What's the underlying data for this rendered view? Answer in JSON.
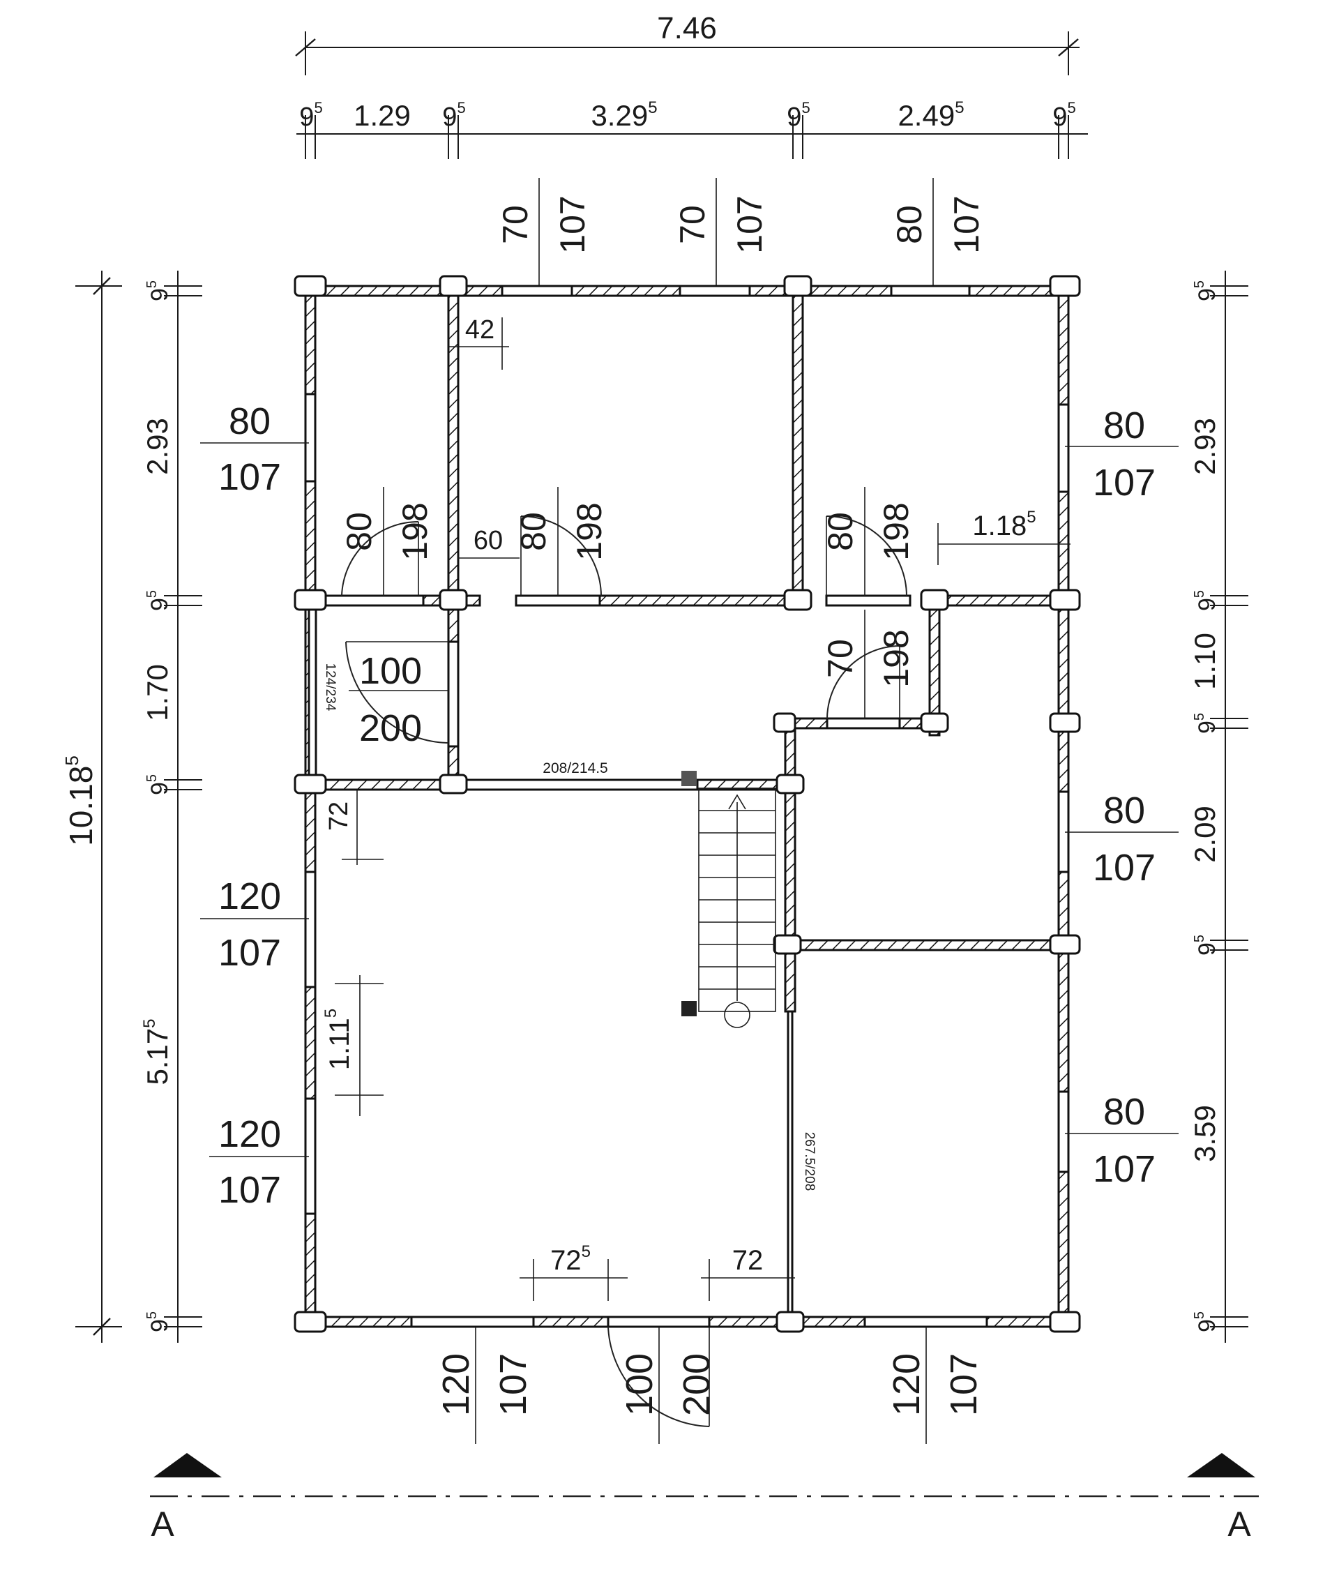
{
  "overall_width": "7.46",
  "top_segments": [
    {
      "main": "1.29",
      "sup": ""
    },
    {
      "main": "3.29",
      "sup": "5"
    },
    {
      "main": "2.49",
      "sup": "5"
    }
  ],
  "wall_thickness": {
    "main": "9",
    "sup": "5"
  },
  "left_total": {
    "main": "10.18",
    "sup": "5"
  },
  "left_segments": [
    {
      "main": "2.93",
      "sup": ""
    },
    {
      "main": "1.70",
      "sup": ""
    },
    {
      "main": "5.17",
      "sup": "5"
    }
  ],
  "right_segments": [
    {
      "main": "2.93",
      "sup": ""
    },
    {
      "main": "1.10",
      "sup": ""
    },
    {
      "main": "2.09",
      "sup": ""
    },
    {
      "main": "3.59",
      "sup": ""
    }
  ],
  "top_windows": [
    {
      "w": "70",
      "h": "107"
    },
    {
      "w": "70",
      "h": "107"
    },
    {
      "w": "80",
      "h": "107"
    }
  ],
  "left_windows": [
    {
      "w": "80",
      "h": "107"
    },
    {
      "w": "120",
      "h": "107"
    },
    {
      "w": "120",
      "h": "107"
    }
  ],
  "right_windows": [
    {
      "w": "80",
      "h": "107"
    },
    {
      "w": "80",
      "h": "107"
    },
    {
      "w": "80",
      "h": "107"
    }
  ],
  "bottom_windows": [
    {
      "w": "120",
      "h": "107"
    },
    {
      "w": "120",
      "h": "107"
    }
  ],
  "entry_door": {
    "w": "100",
    "h": "200"
  },
  "interior_doors": [
    {
      "w": "80",
      "h": "198"
    },
    {
      "w": "80",
      "h": "198"
    },
    {
      "w": "80",
      "h": "198"
    },
    {
      "w": "70",
      "h": "198"
    }
  ],
  "hall_door": {
    "w": "100",
    "h": "200"
  },
  "small_dims": {
    "d42": "42",
    "d60": "60",
    "d118": {
      "main": "1.18",
      "sup": "5"
    },
    "d72_left": "72",
    "d111": {
      "main": "1.11",
      "sup": "5"
    },
    "d725": {
      "main": "72",
      "sup": "5"
    },
    "d72_bottom": "72"
  },
  "openings": {
    "vertical_small": "124/234",
    "corridor": "208/214.5",
    "partition": "267.5/208"
  },
  "section_label": "A"
}
